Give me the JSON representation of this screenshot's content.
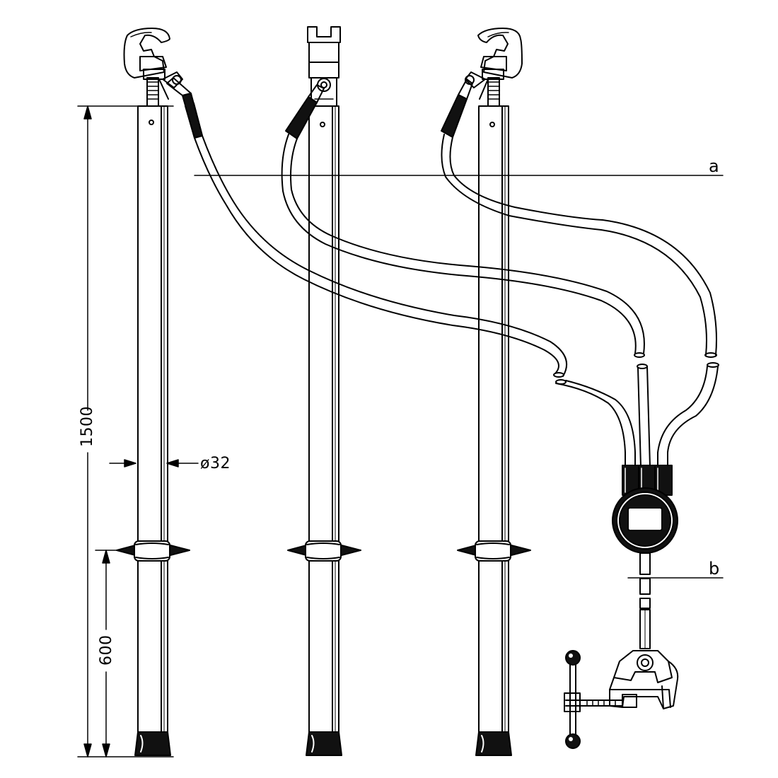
{
  "dimensions": {
    "total_height": "1500",
    "lower_height": "600",
    "diameter": "ø32"
  },
  "labels": {
    "a": "a",
    "b": "b"
  },
  "colors": {
    "line": "#000000",
    "background": "#ffffff",
    "rubber": "#111111"
  },
  "icons": [
    "hook-clamp-icon",
    "grounding-pole-icon",
    "cable-icon",
    "connector-hub-icon",
    "ground-clamp-icon"
  ]
}
